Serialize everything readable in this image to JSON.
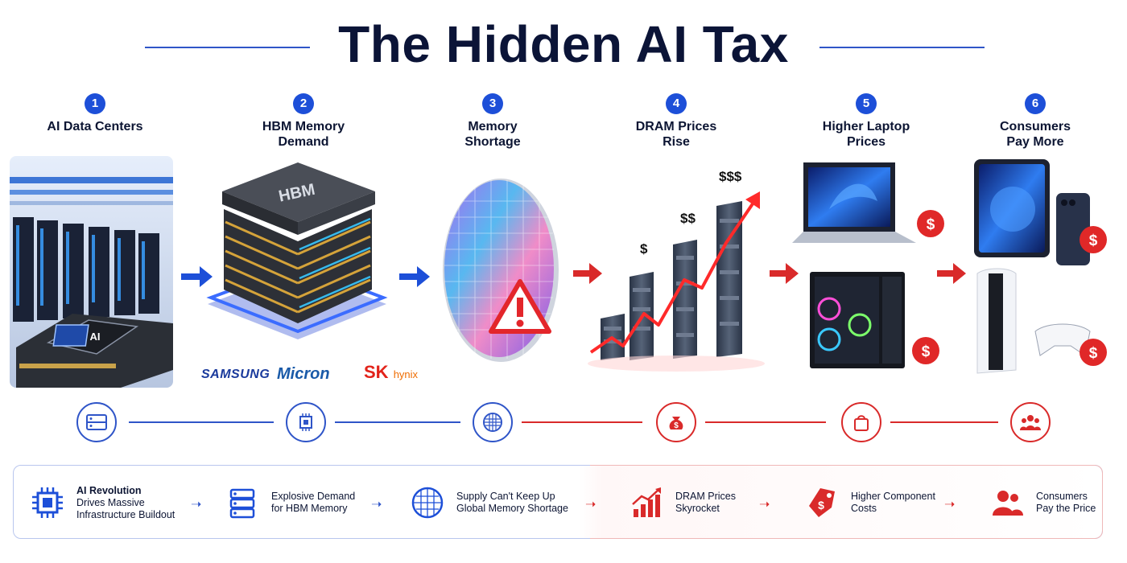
{
  "title": "The Hidden AI Tax",
  "steps": [
    {
      "number": "1",
      "label": "AI Data Centers"
    },
    {
      "number": "2",
      "label": "HBM Memory\nDemand"
    },
    {
      "number": "3",
      "label": "Memory\nShortage"
    },
    {
      "number": "4",
      "label": "DRAM Prices\nRise"
    },
    {
      "number": "5",
      "label": "Higher Laptop\nPrices"
    },
    {
      "number": "6",
      "label": "Consumers\nPay More"
    }
  ],
  "scene": {
    "gpu_label": "AI",
    "hbm_label": "HBM",
    "brands": {
      "samsung": "SAMSUNG",
      "micron": "Micron",
      "sk": "SK",
      "hynix": "hynix"
    },
    "price_labels": [
      "$",
      "$$",
      "$$$"
    ],
    "price_symbol": "$"
  },
  "summary": [
    {
      "line1": "AI Revolution",
      "line2": "Drives Massive",
      "line3": "Infrastructure Buildout",
      "icon": "chip-icon"
    },
    {
      "line1": "Explosive Demand",
      "line2": "for HBM Memory",
      "icon": "server-icon"
    },
    {
      "line1": "Supply Can't Keep Up",
      "line2": "Global Memory Shortage",
      "icon": "wafer-icon"
    },
    {
      "line1": "DRAM Prices",
      "line2": "Skyrocket",
      "icon": "bar-chart-icon"
    },
    {
      "line1": "Higher Component",
      "line2": "Costs",
      "icon": "price-tag-icon"
    },
    {
      "line1": "Consumers",
      "line2": "Pay the Price",
      "icon": "people-icon"
    }
  ],
  "colors": {
    "blue": "#1d4fd8",
    "red": "#d92a2a",
    "navy": "#0b1437"
  }
}
